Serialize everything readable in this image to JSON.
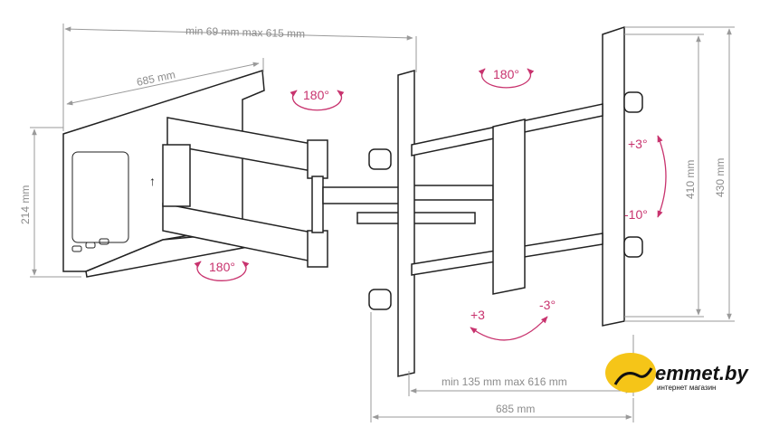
{
  "dimensions": {
    "top_width": "min 69 mm max 615 mm",
    "plate_width": "685 mm",
    "plate_height": "214 mm",
    "height_410": "410 mm",
    "height_430": "430 mm",
    "extension": "min 135 mm max 616 mm",
    "bottom_width": "685 mm"
  },
  "rotations": {
    "swivel_top_left": "180°",
    "swivel_top_right": "180°",
    "swivel_bottom": "180°",
    "tilt_up": "+3°",
    "tilt_down": "-10°",
    "level_plus": "+3",
    "level_minus": "-3°"
  },
  "logo": {
    "name": "emmet.by",
    "tagline": "интернет магазин",
    "accent": "#f5c518"
  },
  "colors": {
    "rotation": "#c8336e",
    "dimension": "#9a9a9a"
  }
}
